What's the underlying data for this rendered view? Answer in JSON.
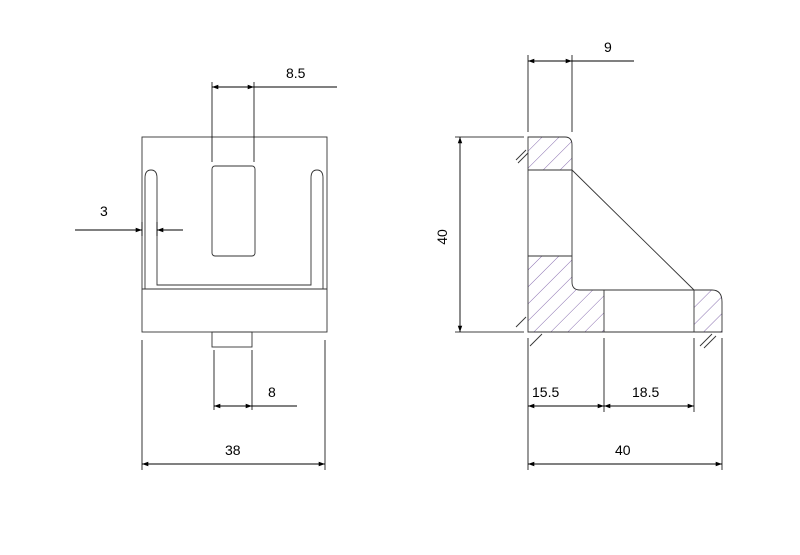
{
  "front_view": {
    "dim_slot_width": "8.5",
    "dim_wall_thickness": "3",
    "dim_pin_width": "8",
    "dim_total_width": "38"
  },
  "side_view": {
    "dim_flange_thickness": "9",
    "dim_height": "40",
    "dim_segment_left": "15.5",
    "dim_segment_right": "18.5",
    "dim_total_width": "40"
  }
}
